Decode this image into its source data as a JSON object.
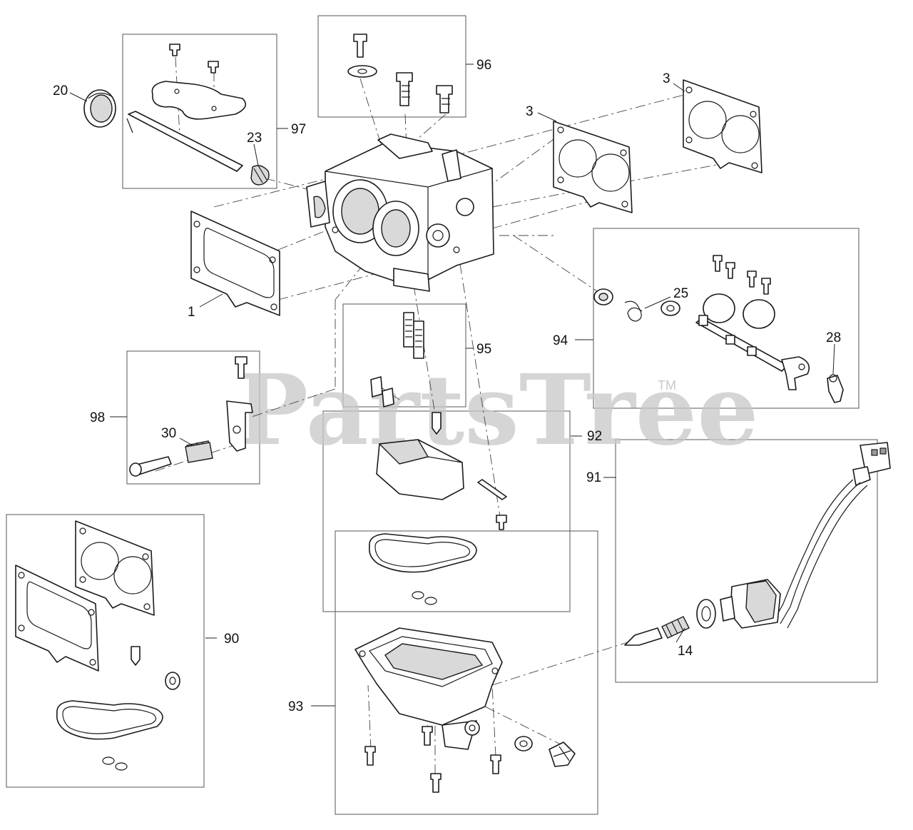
{
  "watermark": {
    "text": "PartsTree",
    "trademark": "TM"
  },
  "callouts": {
    "c1": "1",
    "c3a": "3",
    "c3b": "3",
    "c14": "14",
    "c20": "20",
    "c23": "23",
    "c25": "25",
    "c28": "28",
    "c30": "30",
    "c90": "90",
    "c91": "91",
    "c92": "92",
    "c93": "93",
    "c94": "94",
    "c95": "95",
    "c96": "96",
    "c97": "97",
    "c98": "98"
  },
  "colors": {
    "line": "#1a1a1a",
    "frame": "#555555",
    "watermark": "#c8c8c8"
  }
}
